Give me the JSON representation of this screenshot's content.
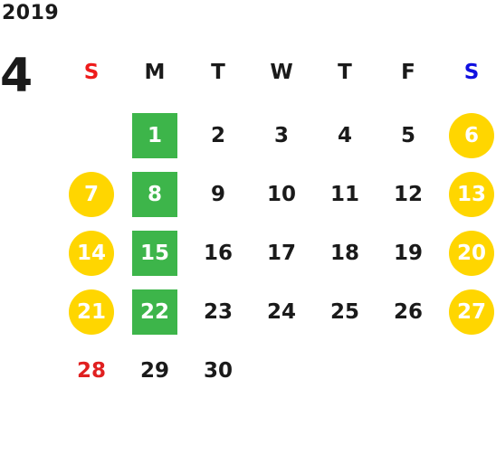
{
  "calendar": {
    "year": "2019",
    "month": "4",
    "weekdays": [
      "S",
      "M",
      "T",
      "W",
      "T",
      "F",
      "S"
    ],
    "weeks": [
      [
        "",
        "1",
        "2",
        "3",
        "4",
        "5",
        "6"
      ],
      [
        "7",
        "8",
        "9",
        "10",
        "11",
        "12",
        "13"
      ],
      [
        "14",
        "15",
        "16",
        "17",
        "18",
        "19",
        "20"
      ],
      [
        "21",
        "22",
        "23",
        "24",
        "25",
        "26",
        "27"
      ],
      [
        "28",
        "29",
        "30",
        "",
        "",
        "",
        ""
      ]
    ],
    "weekend_highlighted_days": [
      "6",
      "7",
      "13",
      "14",
      "20",
      "21",
      "27"
    ],
    "monday_highlighted_days": [
      "1",
      "8",
      "15",
      "22"
    ],
    "red_text_days": [
      "28"
    ]
  },
  "colors": {
    "weekend_circle": "#ffd600",
    "monday_square": "#3db54a",
    "sunday_header": "#ee1b1b",
    "saturday_header": "#1010e0",
    "red_day_text": "#e02020",
    "day_text": "#1a1a1a",
    "highlight_text": "#ffffff"
  }
}
